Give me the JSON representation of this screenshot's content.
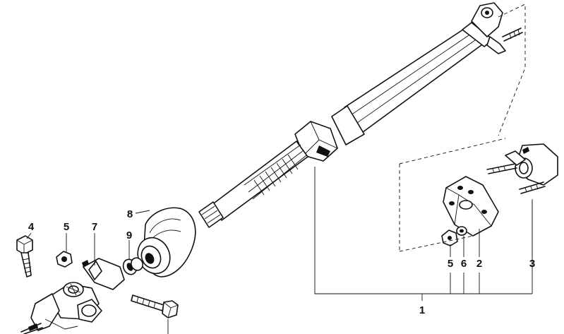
{
  "diagram": {
    "callouts": {
      "c1": "1",
      "c2": "2",
      "c3": "3",
      "c4": "4",
      "c5_left": "5",
      "c5_right": "5",
      "c6": "6",
      "c7": "7",
      "c8": "8",
      "c9": "9"
    },
    "colors": {
      "ink": "#111111",
      "paper": "#ffffff"
    }
  }
}
